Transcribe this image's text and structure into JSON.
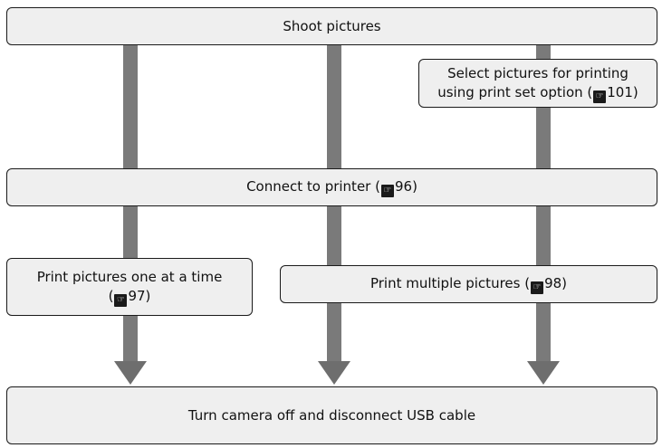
{
  "nodes": {
    "shoot": {
      "label": "Shoot pictures"
    },
    "select": {
      "line1": "Select pictures for printing",
      "line2_prefix": "using print set option (",
      "ref": "101",
      "line2_suffix": ")"
    },
    "connect": {
      "prefix": "Connect to printer (",
      "ref": "96",
      "suffix": ")"
    },
    "print_one": {
      "line1": "Print pictures one at a time",
      "line2_prefix": "(",
      "ref": "97",
      "line2_suffix": ")"
    },
    "print_multi": {
      "prefix": "Print multiple pictures (",
      "ref": "98",
      "suffix": ")"
    },
    "turn_off": {
      "label": "Turn camera off and disconnect USB cable"
    }
  },
  "ref_icon": "page-reference-icon",
  "colors": {
    "box_fill": "#efefef",
    "box_border": "#1a1a1a",
    "connector": "#7a7a7a"
  }
}
